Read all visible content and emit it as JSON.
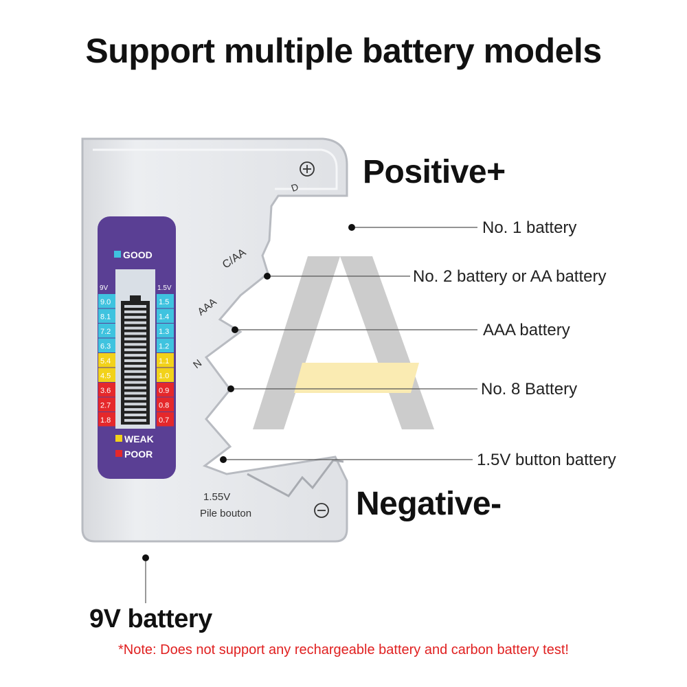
{
  "title": "Support multiple battery models",
  "labels": {
    "positive": "Positive+",
    "negative": "Negative-",
    "nine_volt": "9V battery"
  },
  "callouts": [
    "No. 1 battery",
    "No. 2 battery or AA battery",
    "AAA battery",
    "No. 8 Battery",
    "1.5V button battery"
  ],
  "device": {
    "slot_d": "D",
    "slot_caa": "C/AA",
    "slot_aaa": "AAA",
    "slot_n": "N",
    "good": "GOOD",
    "weak": "WEAK",
    "poor": "POOR",
    "scale_9v_header": "9V",
    "scale_15v_header": "1.5V",
    "scale_9v": [
      "9.0",
      "8.1",
      "7.2",
      "6.3",
      "5.4",
      "4.5",
      "3.6",
      "2.7",
      "1.8"
    ],
    "scale_15v": [
      "1.5",
      "1.4",
      "1.3",
      "1.2",
      "1.1",
      "1.0",
      "0.9",
      "0.8",
      "0.7"
    ],
    "button_voltage": "1.55V",
    "button_label": "Pile bouton"
  },
  "note": "*Note: Does not support any rechargeable battery and carbon battery test!",
  "colors": {
    "good": "#3fc3df",
    "weak": "#f2d21a",
    "poor": "#e5282b",
    "panel": "#5a3f94"
  }
}
